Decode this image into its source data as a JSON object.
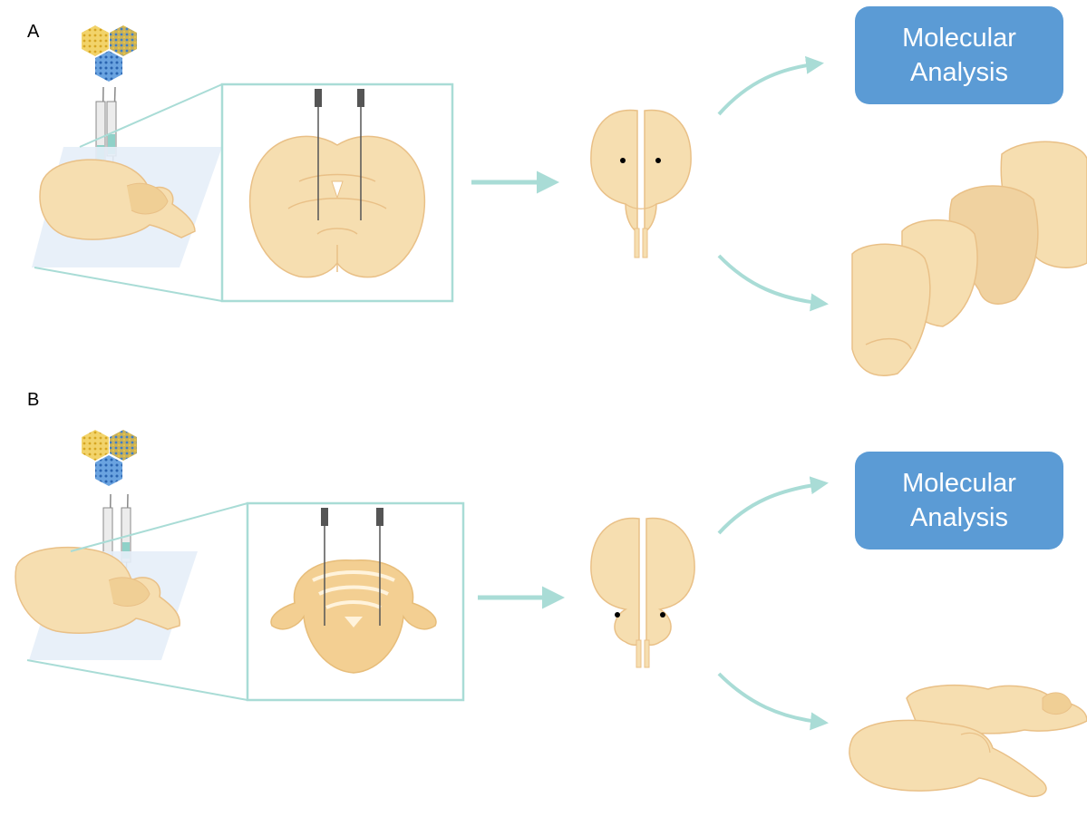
{
  "panels": [
    {
      "label": "A",
      "analysis_line1": "Molecular",
      "analysis_line2": "Analysis"
    },
    {
      "label": "B",
      "analysis_line1": "Molecular",
      "analysis_line2": "Analysis"
    }
  ],
  "colors": {
    "tissue": "#f6deb0",
    "tissue_outline": "#e9c087",
    "tissue_dark": "#e7bd7a",
    "arrow": "#a9dcd6",
    "frame": "#a9dcd6",
    "plane": "#e6eef8",
    "box": "#5b9bd5",
    "needle": "#555555",
    "virus_yellow": "#e8c440",
    "virus_blue": "#3f7fc8"
  }
}
